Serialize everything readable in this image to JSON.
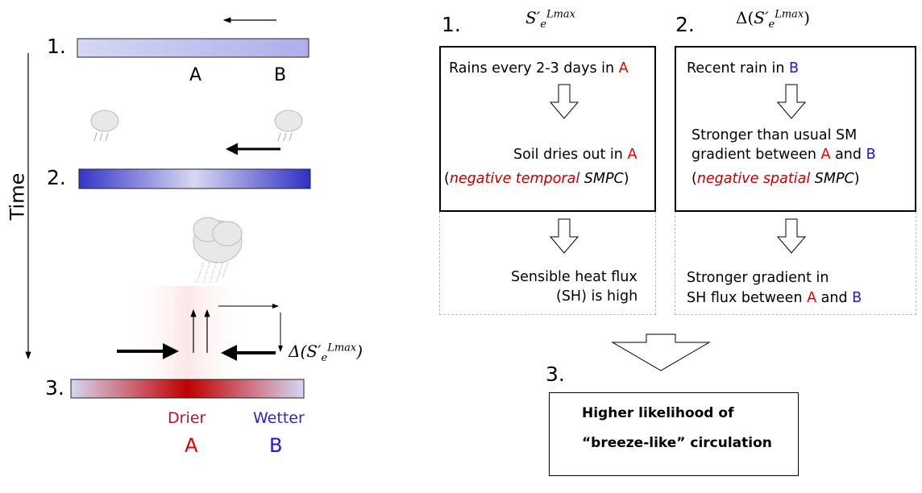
{
  "left": {
    "time_label": "Time",
    "step1": "1.",
    "step2": "2.",
    "step3": "3.",
    "a": "A",
    "b": "B",
    "drier": "Drier",
    "wetter": "Wetter",
    "delta_label": "Δ(S′e Lmax)",
    "delta_prefix": "Δ(S′",
    "delta_sub": "e",
    "delta_sup": "Lmax",
    "delta_close": ")"
  },
  "right": {
    "col1": {
      "num": "1.",
      "math_base": "S′",
      "math_sub": "e",
      "math_sup": "Lmax",
      "line1a": "Rains every 2-3 days in ",
      "line1b": "A",
      "line2a": "Soil dries out in ",
      "line2b": "A",
      "line3a": "(",
      "line3b": "negative temporal",
      "line3c": " SMPC",
      "line3d": ")",
      "line4": "Sensible heat flux",
      "line5": "(SH) is high"
    },
    "col2": {
      "num": "2.",
      "math_pre": "Δ(",
      "math_base": "S′",
      "math_sub": "e",
      "math_sup": "Lmax",
      "math_post": ")",
      "line1a": "Recent rain in ",
      "line1b": "B",
      "line2": "Stronger than usual SM",
      "line3a": "gradient between ",
      "line3b": "A",
      "line3c": " and ",
      "line3d": "B",
      "line4a": "(",
      "line4b": "negative spatial",
      "line4c": " SMPC",
      "line4d": ")",
      "line5": "Stronger gradient in",
      "line6a": "SH flux between ",
      "line6b": "A",
      "line6c": " and ",
      "line6d": "B"
    },
    "col3": {
      "num": "3.",
      "line1": "Higher likelihood of",
      "line2": "“breeze-like” circulation"
    }
  },
  "colors": {
    "red": "#e00000",
    "blue": "#1a1ad0",
    "drier": "#c0103a",
    "wetter": "#2a2ac0"
  }
}
